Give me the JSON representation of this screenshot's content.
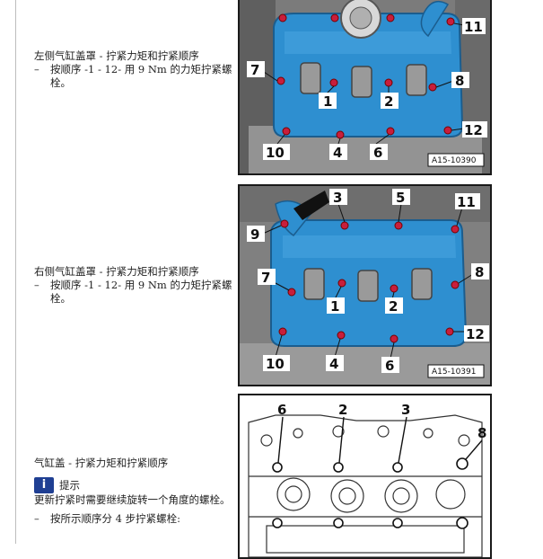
{
  "section1": {
    "title": "左侧气缸盖罩 - 拧紧力矩和拧紧顺序",
    "bullet": "按顺序 -1 - 12- 用 9 Nm 的力矩拧紧螺栓。",
    "figure_id": "A15-10390",
    "callouts": [
      "11",
      "7",
      "8",
      "1",
      "2",
      "10",
      "4",
      "6",
      "12"
    ]
  },
  "section2": {
    "title": "右侧气缸盖罩 - 拧紧力矩和拧紧顺序",
    "bullet": "按顺序 -1 - 12- 用 9 Nm 的力矩拧紧螺栓。",
    "figure_id": "A15-10391",
    "callouts": [
      "3",
      "5",
      "11",
      "9",
      "7",
      "8",
      "1",
      "2",
      "12",
      "10",
      "4",
      "6"
    ]
  },
  "section3": {
    "title": "气缸盖 - 拧紧力矩和拧紧顺序",
    "hint_label": "提示",
    "hint_icon": "info-icon",
    "hint_text": "更新拧紧时需要继续旋转一个角度的螺栓。",
    "bullet": "按所示顺序分 4 步拧紧螺栓:",
    "callouts": [
      "6",
      "2",
      "3",
      "8"
    ]
  },
  "colors": {
    "cover_blue": "#2e8fd0",
    "bolt_red": "#c81e3c",
    "engine_gray": "#8a8a8a"
  }
}
